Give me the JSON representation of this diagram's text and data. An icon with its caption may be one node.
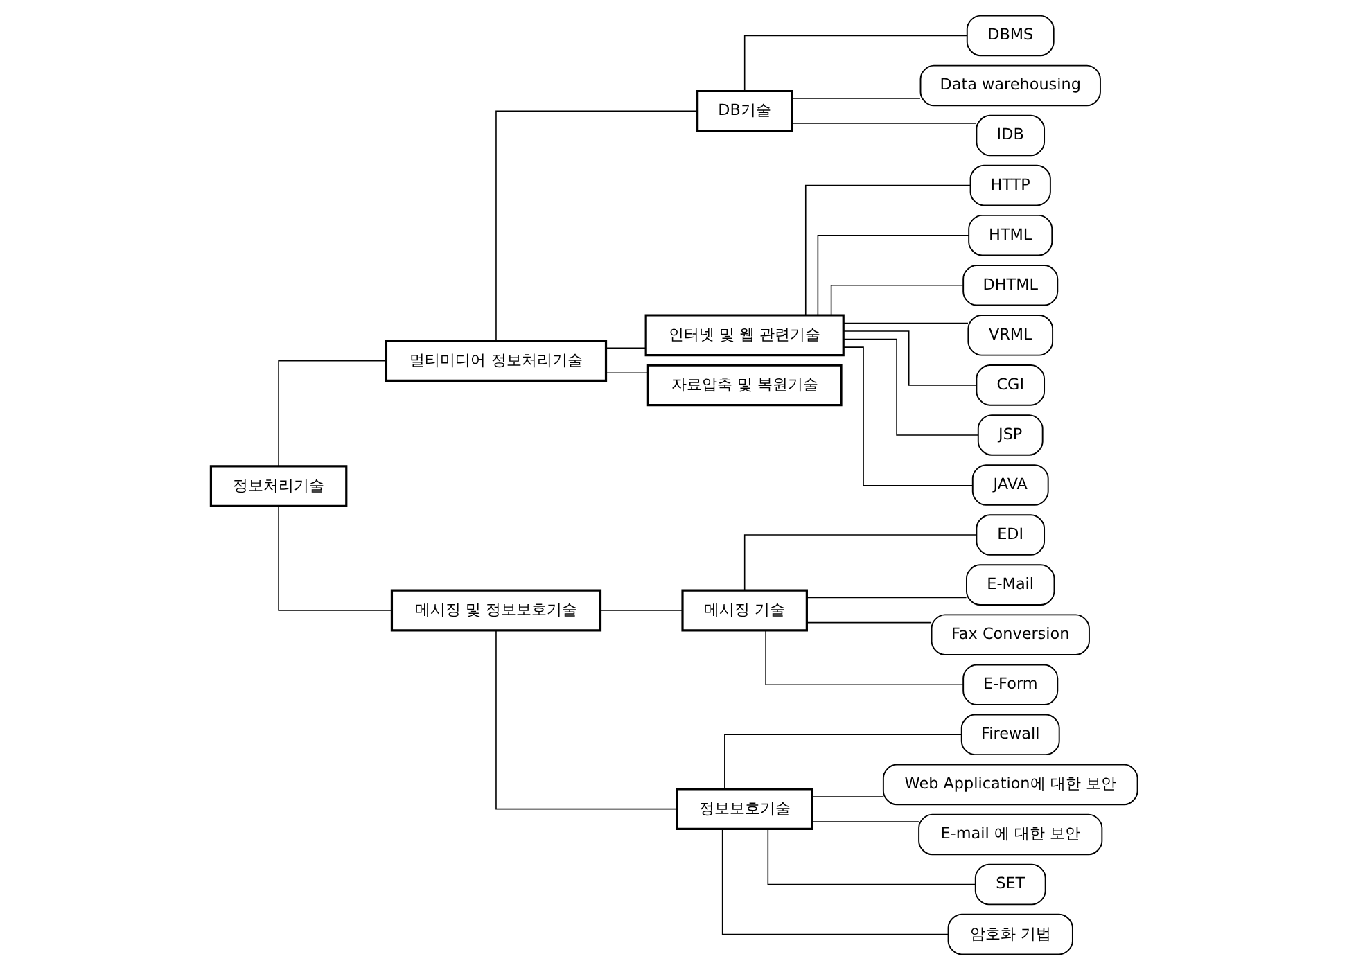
{
  "diagram": {
    "nodes": [
      {
        "text": [
          "정보처리기술"
        ]
      },
      {
        "text": [
          "멀티미디어 정보처리기술"
        ]
      },
      {
        "text": [
          "DB기술"
        ]
      },
      {
        "text": [
          "DBMS"
        ]
      },
      {
        "text": [
          "Data warehousing"
        ]
      },
      {
        "text": [
          "IDB"
        ]
      },
      {
        "text": [
          "인터넷 및 웹 관련기술"
        ]
      },
      {
        "text": [
          "HTTP"
        ]
      },
      {
        "text": [
          "HTML"
        ]
      },
      {
        "text": [
          "DHTML"
        ]
      },
      {
        "text": [
          "VRML"
        ]
      },
      {
        "text": [
          "CGI"
        ]
      },
      {
        "text": [
          "JSP"
        ]
      },
      {
        "text": [
          "JAVA"
        ]
      },
      {
        "text": [
          "자료압축 및 복원기술"
        ]
      },
      {
        "text": [
          "메시징 및 정보보호기술"
        ]
      },
      {
        "text": [
          "메시징 기술"
        ]
      },
      {
        "text": [
          "EDI"
        ]
      },
      {
        "text": [
          "E-Mail"
        ]
      },
      {
        "text": [
          "Fax Conversion"
        ]
      },
      {
        "text": [
          "E-Form"
        ]
      },
      {
        "text": [
          "정보보호기술"
        ]
      },
      {
        "text": [
          "Firewall"
        ]
      },
      {
        "text": [
          "Web Application에 대한 보안"
        ]
      },
      {
        "text": [
          "E-mail 에 대한 보안"
        ]
      },
      {
        "text": [
          "SET"
        ]
      },
      {
        "text": [
          "암호화 기법"
        ]
      }
    ],
    "edges": [
      {
        "from": 0,
        "to": 1,
        "arrow": "none"
      },
      {
        "from": 0,
        "to": 15,
        "arrow": "none"
      },
      {
        "from": 1,
        "to": 2,
        "arrow": "none"
      },
      {
        "from": 2,
        "to": 3,
        "arrow": "none"
      },
      {
        "from": 2,
        "to": 4,
        "arrow": "none"
      },
      {
        "from": 2,
        "to": 5,
        "arrow": "none"
      },
      {
        "from": 1,
        "to": 6,
        "arrow": "none"
      },
      {
        "from": 6,
        "to": 7,
        "arrow": "none"
      },
      {
        "from": 6,
        "to": 8,
        "arrow": "none"
      },
      {
        "from": 6,
        "to": 9,
        "arrow": "none"
      },
      {
        "from": 6,
        "to": 10,
        "arrow": "none"
      },
      {
        "from": 6,
        "to": 11,
        "arrow": "none"
      },
      {
        "from": 6,
        "to": 12,
        "arrow": "none"
      },
      {
        "from": 6,
        "to": 13,
        "arrow": "none"
      },
      {
        "from": 1,
        "to": 14,
        "arrow": "none"
      },
      {
        "from": 15,
        "to": 16,
        "arrow": "none"
      },
      {
        "from": 16,
        "to": 17,
        "arrow": "none"
      },
      {
        "from": 16,
        "to": 18,
        "arrow": "none"
      },
      {
        "from": 16,
        "to": 19,
        "arrow": "none"
      },
      {
        "from": 16,
        "to": 20,
        "arrow": "none"
      },
      {
        "from": 15,
        "to": 21,
        "arrow": "none"
      },
      {
        "from": 21,
        "to": 22,
        "arrow": "none"
      },
      {
        "from": 21,
        "to": 23,
        "arrow": "none"
      },
      {
        "from": 21,
        "to": 24,
        "arrow": "none"
      },
      {
        "from": 21,
        "to": 25,
        "arrow": "none"
      },
      {
        "from": 21,
        "to": 26,
        "arrow": "none"
      }
    ]
  }
}
